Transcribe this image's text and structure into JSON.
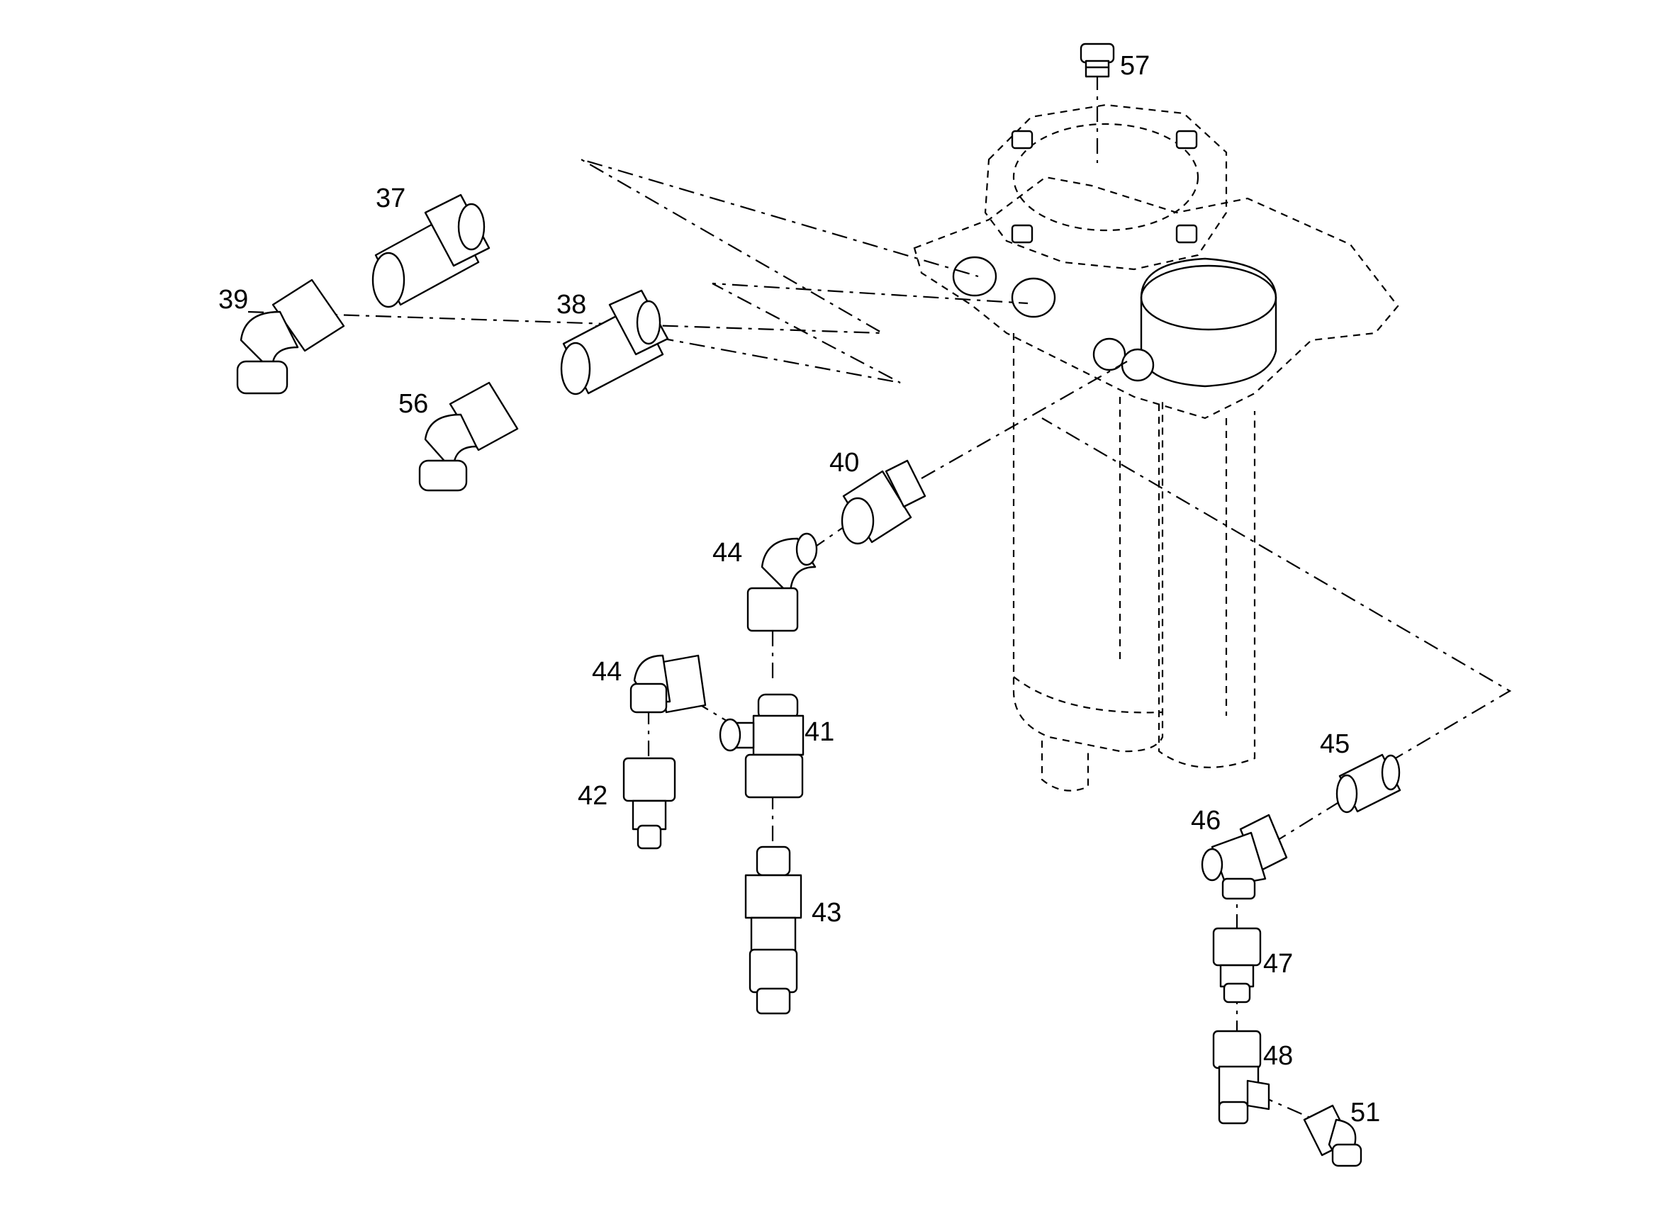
{
  "diagram": {
    "callouts": {
      "c37": "37",
      "c38": "38",
      "c39": "39",
      "c40": "40",
      "c41": "41",
      "c42": "42",
      "c43": "43",
      "c44a": "44",
      "c44b": "44",
      "c45": "45",
      "c46": "46",
      "c47": "47",
      "c48": "48",
      "c51": "51",
      "c56": "56",
      "c57": "57"
    }
  }
}
